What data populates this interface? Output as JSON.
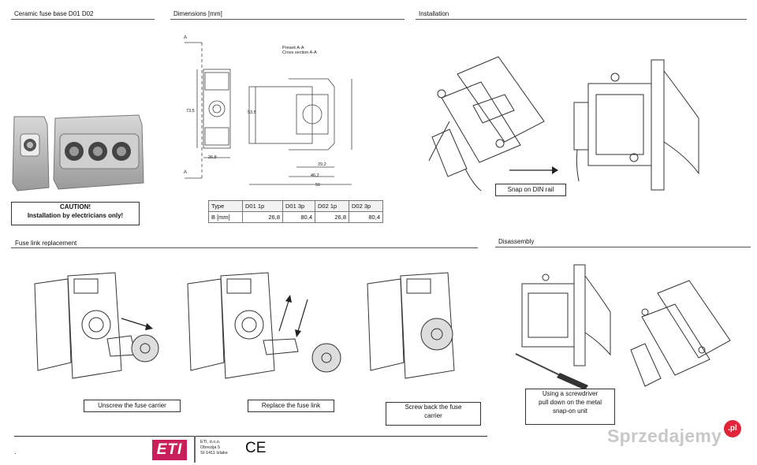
{
  "sections": {
    "fuse_base": "Ceramic fuse base D01 D02",
    "dimensions": "Dimensions [mm]",
    "installation": "Installation",
    "fuse_link": "Fuse link replacement",
    "disassembly": "Disassembly"
  },
  "caution": {
    "line1": "CAUTION!",
    "line2": "Installation by electricians only!"
  },
  "drawing_labels": {
    "section_a": "A",
    "cross_a": "Presek A-A",
    "cross_b": "Cross section A-A",
    "width_front": "26,8",
    "height_front": "73,5",
    "dim_53_5": "53,5",
    "dim_29_2": "29,2",
    "dim_46_2": "46,2",
    "dim_56": "56"
  },
  "table": {
    "headers": [
      "Type",
      "D01 1p",
      "D01 3p",
      "D02 1p",
      "D02 3p"
    ],
    "row_label": "B [mm]",
    "values": [
      "26,8",
      "80,4",
      "26,8",
      "80,4"
    ]
  },
  "captions": {
    "snap": "Snap on DIN rail",
    "unscrew": "Unscrew the fuse carrier",
    "replace": "Replace the fuse link",
    "screw_back_1": "Screw back the fuse",
    "screw_back_2": "carrier",
    "screwdriver_1": "Using a screwdriver",
    "screwdriver_2": "pull down on the metal",
    "screwdriver_3": "snap-on unit"
  },
  "footer": {
    "logo": "ETI",
    "company_1": "ETI, d.o.o.",
    "company_2": "Obrezija 5",
    "company_3": "SI-1411 Izlake",
    "ce": "CE",
    "dot": "."
  },
  "watermark": {
    "text": "Sprzedajemy",
    "badge": ".pl"
  }
}
